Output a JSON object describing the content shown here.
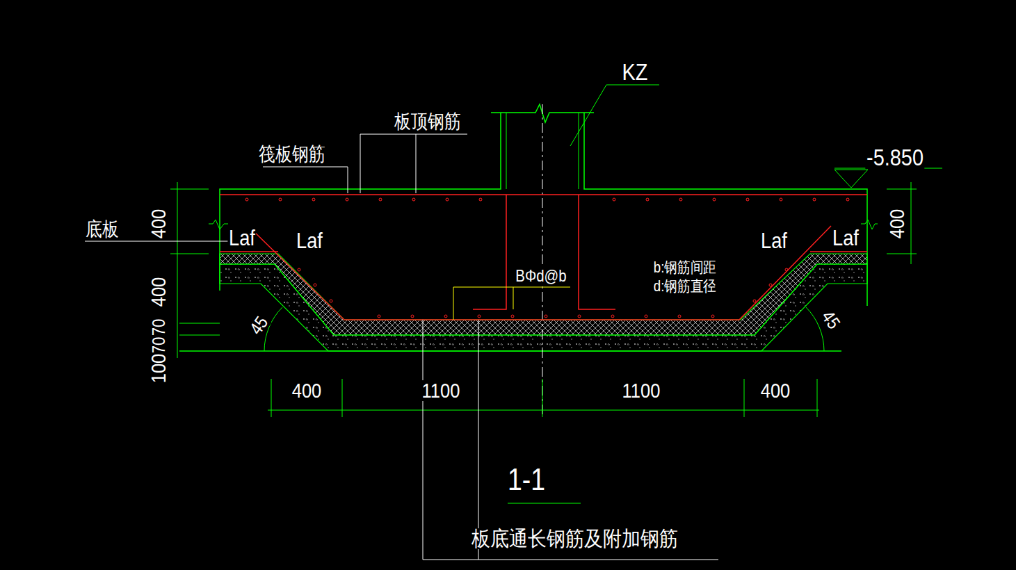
{
  "diagram": {
    "title": "1-1",
    "caption": "板底通长钢筋及附加钢筋",
    "labels": [
      "KZ",
      "板顶钢筋",
      "筏板钢筋",
      "-5.850",
      "底板",
      "400",
      "Laf",
      "Laf",
      "Laf",
      "Laf",
      "400",
      "BΦd@b",
      "b:钢筋间距",
      "d:钢筋直径",
      "400",
      "70",
      "70",
      "100",
      "45",
      "45",
      "400",
      "1100",
      "1100",
      "400"
    ]
  }
}
